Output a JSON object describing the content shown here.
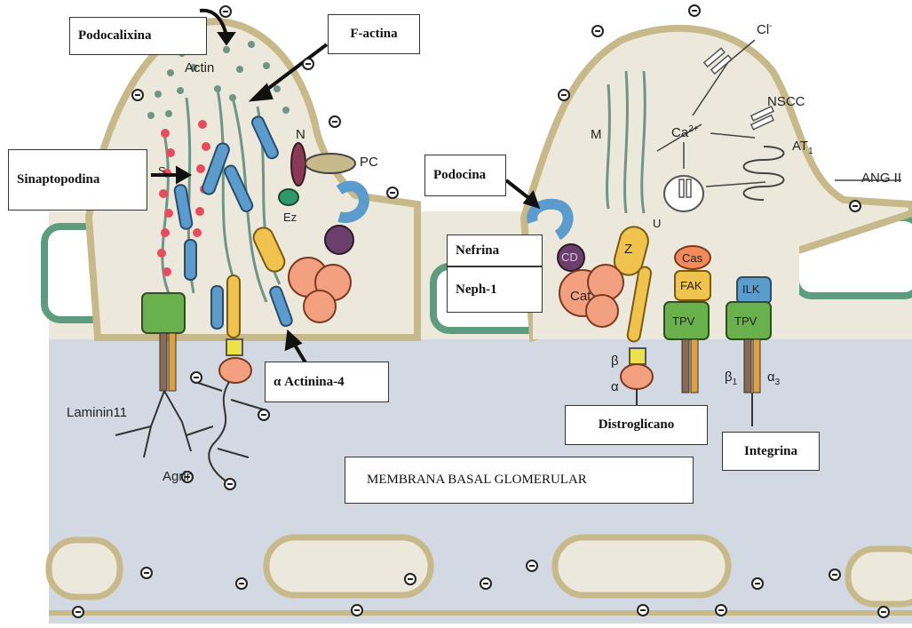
{
  "labels": {
    "podocalixina": "Podocalixina",
    "f_actina": "F-actina",
    "sinaptopodina": "Sinaptopodina",
    "podocina": "Podocina",
    "nefrina": "Nefrina",
    "neph1": "Neph-1",
    "alfa_actinina": "α Actinina-4",
    "distroglicano": "Distroglicano",
    "integrina": "Integrina",
    "membrana": "MEMBRANA  BASAL  GLOMERULAR"
  },
  "diagram_text": {
    "actin": "Actin",
    "s": "S",
    "n": "N",
    "pc": "PC",
    "ez": "Ez",
    "laminin": "Laminin11",
    "agrin": "Agrin",
    "m": "M",
    "ca": "Ca",
    "ca_sup": "2+",
    "cl": "Cl",
    "cl_sup": "-",
    "nscc": "NSCC",
    "at1": "AT",
    "at1_sub": "1",
    "ang2": "ANG II",
    "cd": "CD",
    "z": "Z",
    "u": "U",
    "cat": "Cat",
    "cas": "Cas",
    "fak": "FAK",
    "tpv": "TPV",
    "ilk": "ILK",
    "beta": "β",
    "alpha": "α",
    "beta1": "β",
    "beta1_sub": "1",
    "alpha3": "α",
    "alpha3_sub": "3"
  },
  "colors": {
    "membrane": "#c7b98a",
    "cytoplasm": "#ece8dc",
    "gbm": "#d3d9e3",
    "endothelium": "#5e9c80",
    "actin": "#6f9585",
    "blue_protein": "#5c9ccd",
    "yellow_protein": "#f0c34f",
    "salmon_protein": "#f2a07f",
    "green_protein": "#6ab04c",
    "purple_protein": "#6b3f6b",
    "red_dot": "#e84b5e"
  }
}
